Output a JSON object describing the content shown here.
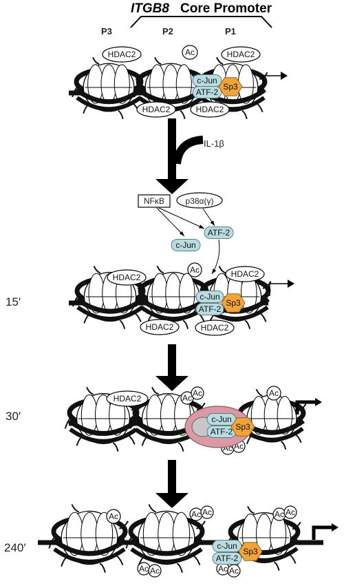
{
  "header": {
    "gene": "ITGB8",
    "title_rest": "Core Promoter",
    "regions": [
      "P3",
      "P2",
      "P1"
    ]
  },
  "stimulus": "IL-1β",
  "kinases": {
    "nfkb": "NFκB",
    "p38": "p38α(γ)"
  },
  "factors": {
    "cjun": "c-Jun",
    "atf2": "ATF-2",
    "sp3": "Sp3",
    "hdac2": "HDAC2",
    "ac": "Ac"
  },
  "timepoints": [
    "15′",
    "30′",
    "240′"
  ],
  "colors": {
    "cjun_atf2_fill": "#b8dce0",
    "sp3_fill": "#f2a33a",
    "complex_fill": "#d99aa5",
    "chromatin": "#111111"
  }
}
